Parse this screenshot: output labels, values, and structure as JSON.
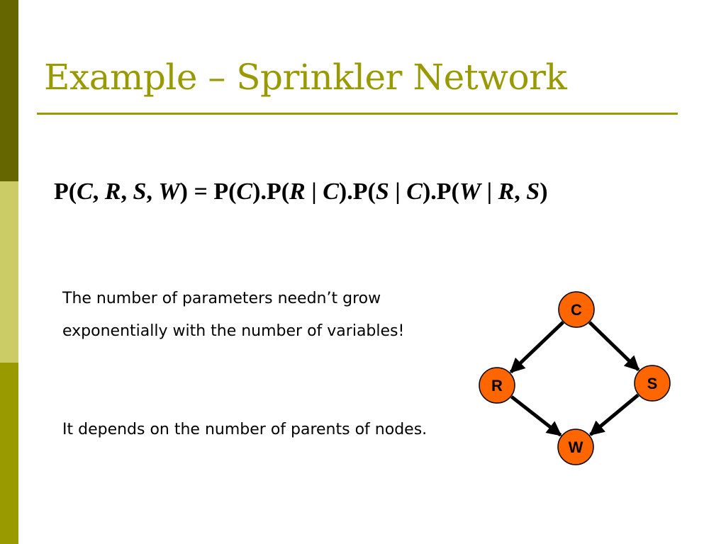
{
  "slide": {
    "title": "Example – Sprinkler Network",
    "formula": {
      "lhs_open": "P(",
      "lhs_vars": [
        "C",
        "R",
        "S",
        "W"
      ],
      "eq": ") = ",
      "terms": [
        {
          "fn": "P(",
          "var": "C",
          "cond": []
        },
        {
          "fn": "P(",
          "var": "R",
          "cond": [
            "C"
          ]
        },
        {
          "fn": "P(",
          "var": "S",
          "cond": [
            "C"
          ]
        },
        {
          "fn": "P(",
          "var": "W",
          "cond": [
            "R",
            "S"
          ]
        }
      ]
    },
    "paragraph1": "The number of parameters needn’t grow exponentially with the number of variables!",
    "paragraph2": "It depends on the number of parents of nodes."
  },
  "colors": {
    "band_top": "#666600",
    "band_mid": "#cccc66",
    "band_bot": "#999900",
    "title": "#999900",
    "node_fill": "#ff6600",
    "node_stroke": "#000000"
  },
  "network": {
    "nodes": [
      {
        "id": "C",
        "label": "C"
      },
      {
        "id": "R",
        "label": "R"
      },
      {
        "id": "S",
        "label": "S"
      },
      {
        "id": "W",
        "label": "W"
      }
    ],
    "edges": [
      {
        "from": "C",
        "to": "R"
      },
      {
        "from": "C",
        "to": "S"
      },
      {
        "from": "R",
        "to": "W"
      },
      {
        "from": "S",
        "to": "W"
      }
    ]
  }
}
